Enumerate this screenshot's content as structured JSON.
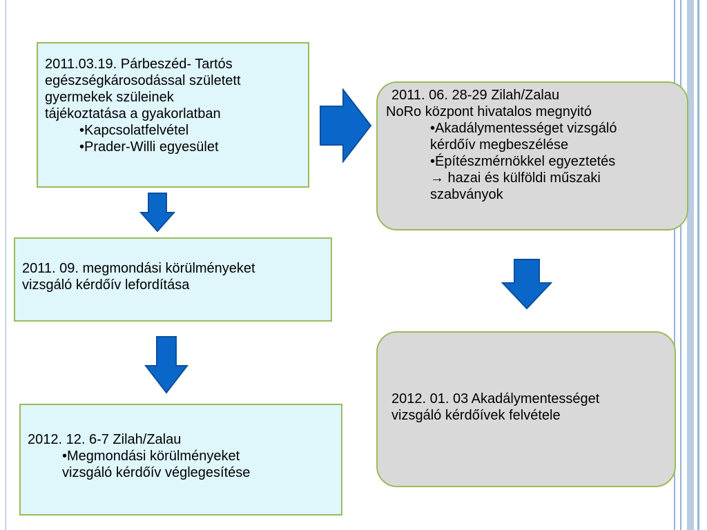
{
  "colors": {
    "box_fill": "#dff6fb",
    "box_border": "#9bbb59",
    "rounded_fill": "#d9d9d9",
    "arrow_fill": "#0a67c9",
    "arrow_stroke": "#0b4f9c",
    "rule_blue": "#95b3d7"
  },
  "box1": {
    "lines": [
      "2011.03.19. Párbeszéd- Tartós",
      "egészségkárosodással született",
      "gyermekek szüleinek",
      "tájékoztatása a gyakorlatban"
    ],
    "bullets": [
      "•Kapcsolatfelvétel",
      "•Prader-Willi egyesület"
    ]
  },
  "box2": {
    "lines": [
      "2011. 06. 28-29 Zilah/Zalau",
      "NoRo központ hivatalos megnyitó"
    ],
    "bullets": [
      "•Akadálymentességet  vizsgáló",
      "kérdőív megbeszélése",
      "•Építészmérnökkel egyeztetés",
      "→ hazai és külföldi műszaki",
      "szabványok"
    ]
  },
  "box3": {
    "lines": [
      "2011. 09. megmondási körülményeket",
      "vizsgáló kérdőív lefordítása"
    ]
  },
  "box4": {
    "lines": [
      "2012. 12. 6-7 Zilah/Zalau"
    ],
    "bullets": [
      "•Megmondási körülményeket",
      "vizsgáló kérdőív véglegesítése"
    ]
  },
  "box5": {
    "lines": [
      "2012. 01. 03 Akadálymentességet",
      "vizsgáló kérdőívek felvétele"
    ]
  }
}
